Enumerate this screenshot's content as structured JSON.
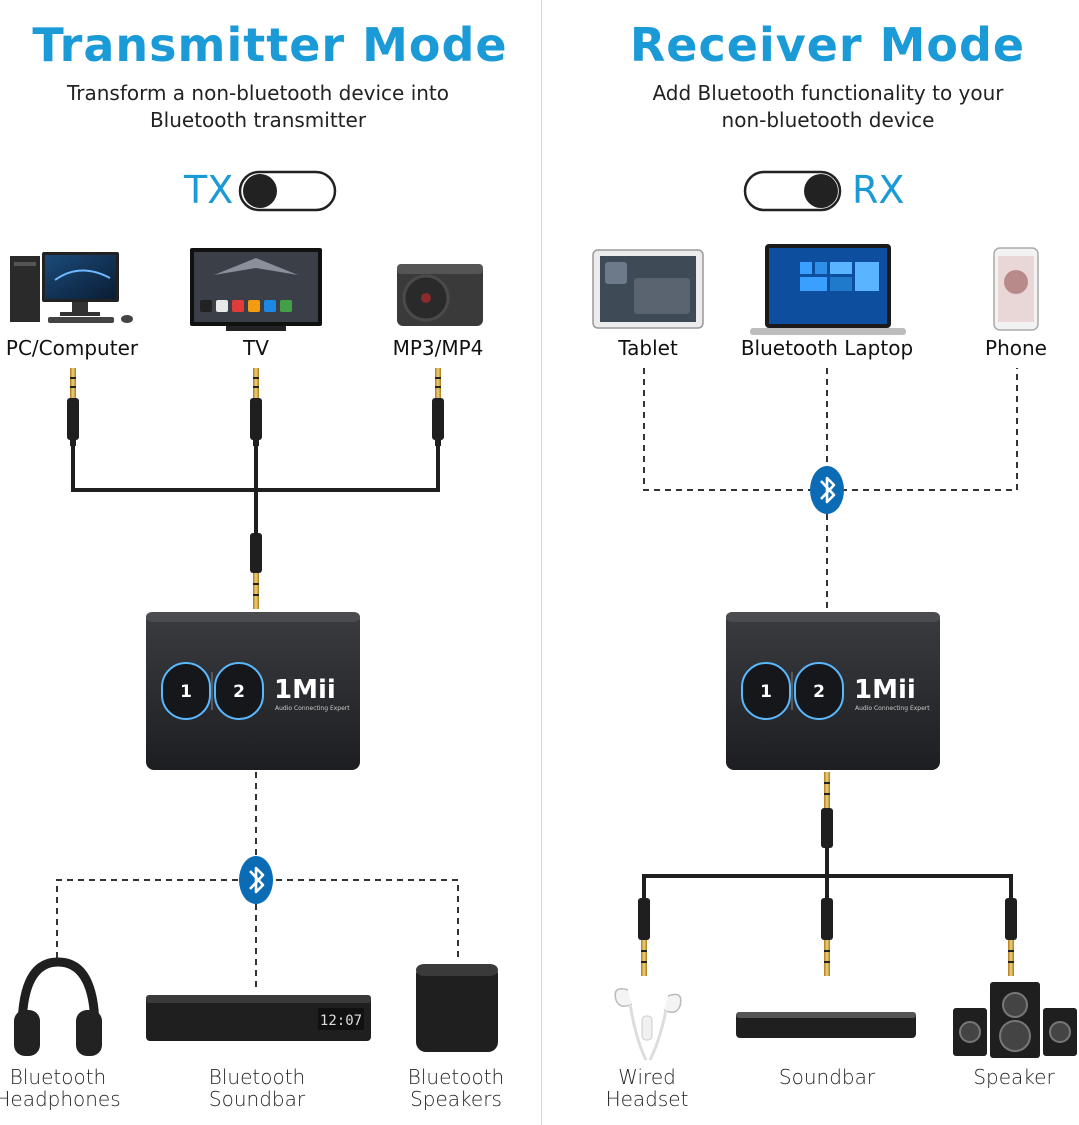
{
  "transmitter": {
    "title": "Transmitter Mode",
    "subtitle_line1": "Transform a non-bluetooth device into",
    "subtitle_line2": "Bluetooth transmitter",
    "switch_label": "TX",
    "inputs": [
      "PC/Computer",
      "TV",
      "MP3/MP4"
    ],
    "outputs": [
      {
        "line1": "Bluetooth",
        "line2": "Headphones"
      },
      {
        "line1": "Bluetooth",
        "line2": "Soundbar"
      },
      {
        "line1": "Bluetooth",
        "line2": "Speakers"
      }
    ],
    "soundbar_display": "12:07"
  },
  "receiver": {
    "title": "Receiver Mode",
    "subtitle_line1": "Add Bluetooth functionality to your",
    "subtitle_line2": "non-bluetooth device",
    "switch_label": "RX",
    "inputs": [
      "Tablet",
      "Bluetooth Laptop",
      "Phone"
    ],
    "outputs": [
      {
        "line1": "Wired",
        "line2": "Headset"
      },
      {
        "line1": "Soundbar",
        "line2": ""
      },
      {
        "line1": "Speaker",
        "line2": ""
      }
    ]
  },
  "device": {
    "brand": "1Mii",
    "tagline": "Audio Connecting Expert",
    "button1": "1",
    "button2": "2"
  },
  "colors": {
    "accent": "#1a9ad6",
    "bluetooth_badge": "#0b6cb5",
    "device_body": "#2b2d30",
    "led_glow": "#3aa8ff"
  }
}
